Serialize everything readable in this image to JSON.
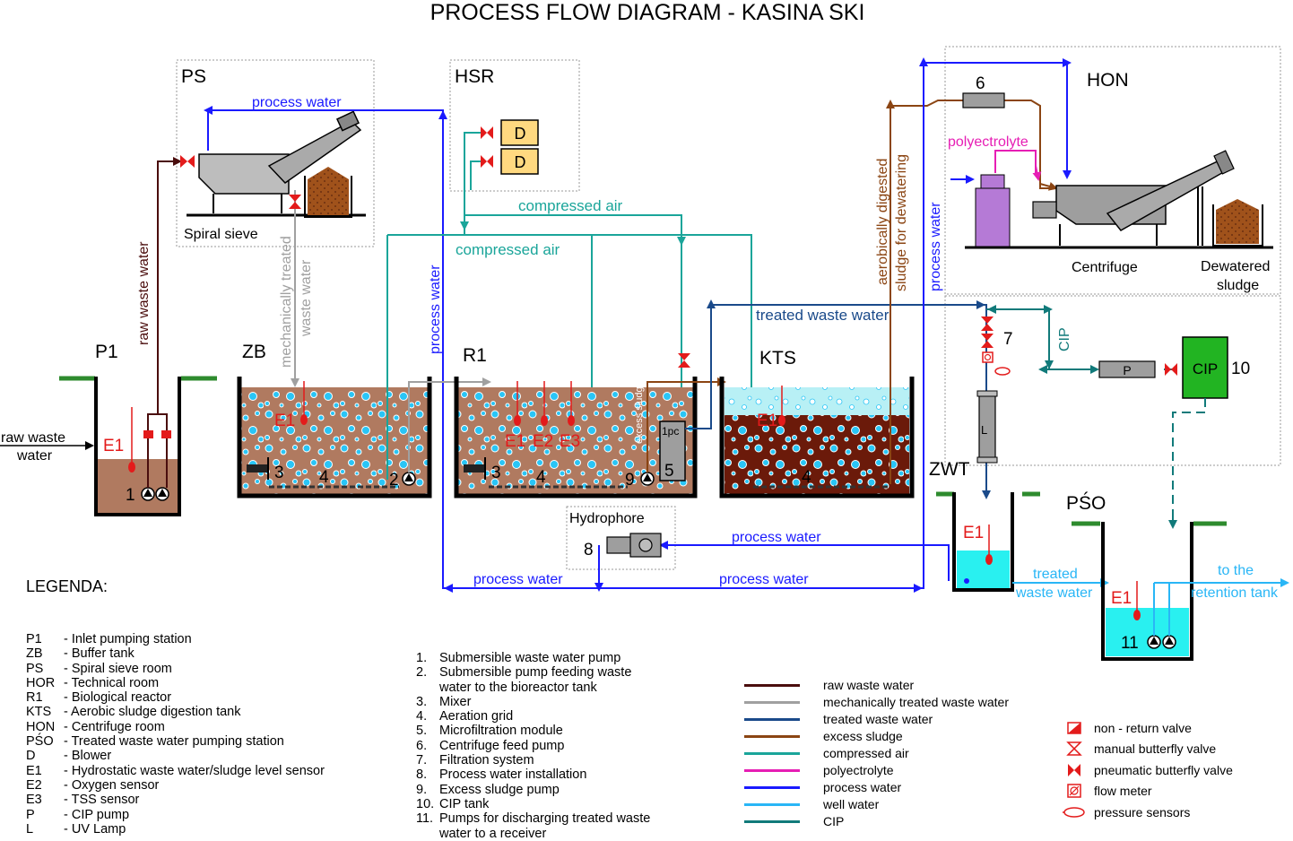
{
  "title": "PROCESS FLOW DIAGRAM - KASINA SKI",
  "areas": {
    "ps": "PS",
    "hsr": "HSR",
    "hon": "HON",
    "p1": "P1",
    "zb": "ZB",
    "r1": "R1",
    "kts": "KTS",
    "zwt": "ZWT",
    "pso": "PŚO",
    "hydrophore": "Hydrophore"
  },
  "blowers": [
    "D",
    "D"
  ],
  "flow_labels": {
    "process_water_top": "process water",
    "raw_waste_water_vertical": "raw waste water",
    "raw_waste_water_in_1": "raw waste",
    "raw_waste_water_in_2": "water",
    "mechanically_treated_1": "mechanically treated",
    "mechanically_treated_2": "waste water",
    "compressed_air_1": "compressed air",
    "compressed_air_2": "compressed air",
    "process_water_vertical_1": "process water",
    "process_water_vertical_2": "process water",
    "treated_waste_water": "treated waste water",
    "aerobic_1": "aerobically digested",
    "aerobic_2": "sludge for dewatering",
    "polyelectrolyte": "polyectrolyte",
    "cip_vertical": "CIP",
    "process_water_hydro": "process water",
    "process_water_bottom_1": "process water",
    "process_water_bottom_2": "process water",
    "treated_out_1": "treated",
    "treated_out_2": "waste water",
    "retention_1": "to the",
    "retention_2": "retention tank",
    "excess_sludge_vertical": "excess sludge"
  },
  "equipment_labels": {
    "spiral_sieve": "Spiral sieve",
    "centrifuge": "Centrifuge",
    "dewatered_1": "Dewatered",
    "dewatered_2": "sludge",
    "cip_tank": "CIP",
    "cip_pump": "P",
    "uv": "L",
    "one_pc": "1pc"
  },
  "sensor_labels": {
    "e1_p1": "E1",
    "e1_zb": "E1",
    "e1_r1": "E1",
    "e2_r1": "E2",
    "e3_r1": "E3",
    "e1_kts": "E1",
    "e1_zwt": "E1",
    "e1_pso": "E1"
  },
  "numbers": {
    "n1": "1",
    "n2": "2",
    "n3_zb": "3",
    "n4_zb": "4",
    "n3_r1": "3",
    "n4_r1": "4",
    "n9": "9",
    "n5": "5",
    "n4_kts": "4",
    "n6": "6",
    "n7": "7",
    "n8": "8",
    "n10": "10",
    "n11": "11"
  },
  "legend": {
    "heading": "LEGENDA:",
    "abbreviations": [
      {
        "abbr": "P1",
        "desc": "- Inlet pumping station"
      },
      {
        "abbr": "ZB",
        "desc": "- Buffer tank"
      },
      {
        "abbr": "PS",
        "desc": "- Spiral sieve room"
      },
      {
        "abbr": "HOR",
        "desc": "- Technical room"
      },
      {
        "abbr": "R1",
        "desc": "- Biological reactor"
      },
      {
        "abbr": "KTS",
        "desc": "- Aerobic sludge digestion tank"
      },
      {
        "abbr": "HON",
        "desc": "- Centrifuge room"
      },
      {
        "abbr": "PŚO",
        "desc": "- Treated waste water pumping station"
      },
      {
        "abbr": "D",
        "desc": "- Blower"
      },
      {
        "abbr": "E1",
        "desc": "- Hydrostatic waste water/sludge level sensor"
      },
      {
        "abbr": "E2",
        "desc": "- Oxygen sensor"
      },
      {
        "abbr": "E3",
        "desc": "- TSS sensor"
      },
      {
        "abbr": "P",
        "desc": "- CIP pump"
      },
      {
        "abbr": "L",
        "desc": "- UV Lamp"
      }
    ],
    "equipment": [
      {
        "num": "1.",
        "text": "Submersible waste water pump"
      },
      {
        "num": "2.",
        "text": "Submersible pump feeding waste"
      },
      {
        "num": "",
        "text": "water to the bioreactor tank"
      },
      {
        "num": "3.",
        "text": "Mixer"
      },
      {
        "num": "4.",
        "text": "Aeration grid"
      },
      {
        "num": "5.",
        "text": "Microfiltration module"
      },
      {
        "num": "6.",
        "text": "Centrifuge feed pump"
      },
      {
        "num": "7.",
        "text": "Filtration system"
      },
      {
        "num": "8.",
        "text": "Process water installation"
      },
      {
        "num": "9.",
        "text": "Excess sludge pump"
      },
      {
        "num": "10.",
        "text": "CIP tank"
      },
      {
        "num": "11.",
        "text": "Pumps for discharging treated waste"
      },
      {
        "num": "",
        "text": "water to a receiver"
      }
    ],
    "lines": [
      {
        "label": "raw waste water",
        "color": "#4a0d0d"
      },
      {
        "label": "mechanically treated waste water",
        "color": "#a0a0a0"
      },
      {
        "label": "treated waste water",
        "color": "#1a4a8a"
      },
      {
        "label": "excess sludge",
        "color": "#8b4513"
      },
      {
        "label": "compressed air",
        "color": "#1aa59a"
      },
      {
        "label": "polyectrolyte",
        "color": "#e61eb4"
      },
      {
        "label": "process water",
        "color": "#1a1aff"
      },
      {
        "label": "well water",
        "color": "#29b6f6"
      },
      {
        "label": "CIP",
        "color": "#117a7a"
      }
    ],
    "symbols": [
      {
        "label": "non - return valve",
        "icon": "non-return-valve"
      },
      {
        "label": "manual butterfly valve",
        "icon": "manual-butterfly-valve"
      },
      {
        "label": "pneumatic butterfly valve",
        "icon": "pneumatic-butterfly-valve"
      },
      {
        "label": "flow meter",
        "icon": "flow-meter"
      },
      {
        "label": "pressure sensors",
        "icon": "pressure-sensor"
      }
    ]
  },
  "colors": {
    "raw_waste_water": "#4a0d0d",
    "mechanically_treated": "#a0a0a0",
    "treated_waste_water": "#1a4a8a",
    "excess_sludge": "#8b4513",
    "compressed_air": "#1aa59a",
    "polyelectrolyte": "#e61eb4",
    "process_water": "#1a1aff",
    "well_water": "#29b6f6",
    "cip": "#117a7a",
    "sludge_fill": "#b07a60",
    "dark_sludge": "#6b1a0a",
    "clear_water": "#b8f0f5",
    "sensor_red": "#e31b1b",
    "ground": "#2e8b2e"
  }
}
